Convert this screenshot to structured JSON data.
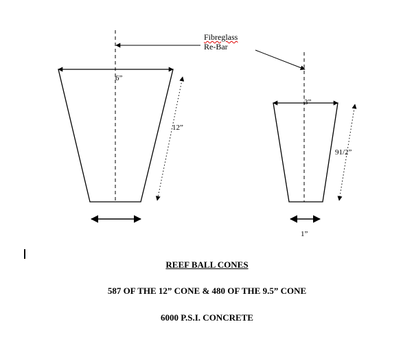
{
  "labels": {
    "rebar_line1": "Fibreglass",
    "rebar_line2": "Re-Bar",
    "large_top_width": "6”",
    "large_height": "12”",
    "small_top_width": "3”",
    "small_height": "91/2”",
    "small_bottom_width": "1”"
  },
  "caption": {
    "title": "REEF BALL CONES",
    "quantities": "587 OF THE 12” CONE & 480 OF THE 9.5” CONE",
    "strength": "6000 P.S.I. CONCRETE"
  }
}
